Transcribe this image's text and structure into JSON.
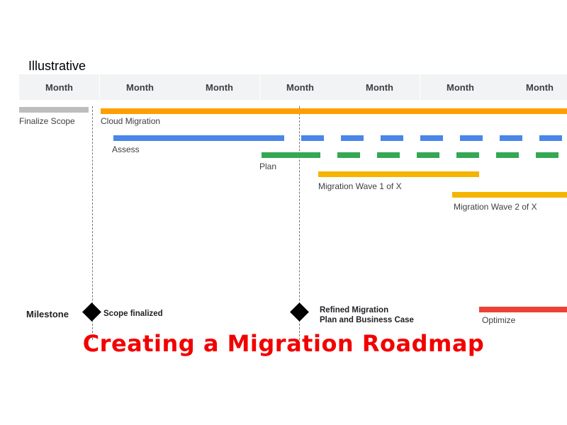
{
  "header": {
    "label": "Illustrative"
  },
  "months": [
    "Month",
    "Month",
    "Month",
    "Month",
    "Month",
    "Month",
    "Month"
  ],
  "colors": {
    "gray": "#bdbdbd",
    "orange": "#ff9e00",
    "blue": "#4a86e8",
    "green": "#34a853",
    "yellow": "#f4b400",
    "red": "#ea4335"
  },
  "tracks": {
    "finalize_scope": "Finalize Scope",
    "cloud_migration": "Cloud Migration",
    "assess": "Assess",
    "plan": "Plan",
    "wave1": "Migration Wave 1 of X",
    "wave2": "Migration Wave 2 of X",
    "optimize": "Optimize"
  },
  "milestones": {
    "title": "Milestone",
    "m1": "Scope finalized",
    "m2_line1": "Refined Migration",
    "m2_line2": "Plan and Business Case"
  },
  "headline": "Creating a Migration Roadmap"
}
